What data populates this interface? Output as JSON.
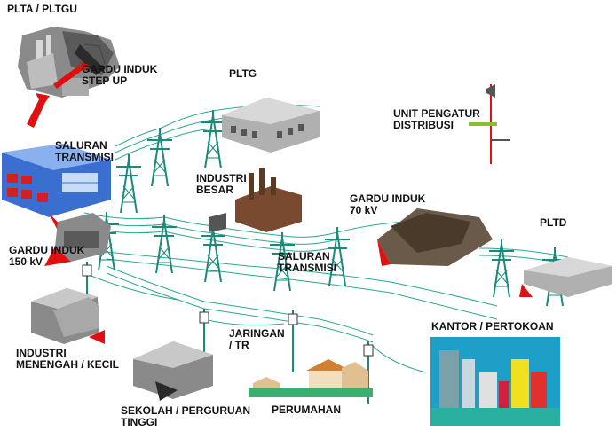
{
  "labels": {
    "plta_pltgu": "PLTA / PLTGU",
    "gardu_step_up": "GARDU INDUK\nSTEP UP",
    "pltg": "PLTG",
    "unit_pengatur": "UNIT PENGATUR\nDISTRIBUSI",
    "saluran_transmisi_1": "SALURAN\nTRANSMISI",
    "industri_besar": "INDUSTRI\nBESAR",
    "gardu_induk_70": "GARDU INDUK\n70 kV",
    "pltd": "PLTD",
    "gardu_induk_150": "GARDU INDUK\n150 kV",
    "saluran_transmisi_2": "SALURAN\nTRANSMISI",
    "kantor": "KANTOR / PERTOKOAN",
    "jaringan_tr": "JARINGAN\n/ TR",
    "industri_menengah": "INDUSTRI\nMENENGAH / KECIL",
    "sekolah": "SEKOLAH / PERGURUAN\nTINGGI",
    "perumahan": "PERUMAHAN"
  },
  "colors": {
    "tower": "#1a8a7a",
    "wire": "#2aa890",
    "arrow": "#e01010",
    "building_grey": "#9a9a9a",
    "building_blue": "#3a6fd0",
    "city_bg": "#1e9fc8",
    "ground": "#2ab0a0"
  }
}
